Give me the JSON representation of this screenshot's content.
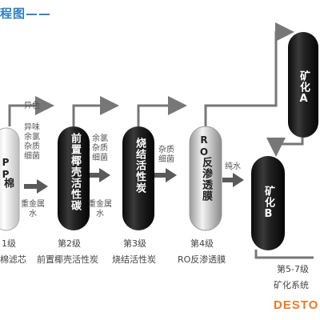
{
  "title": "程图——",
  "brand": "DESTO",
  "colors": {
    "accent": "#2e7fc1",
    "brand": "#ee7a22",
    "pipe": "#777777",
    "tube_dark": "#1c1c1c",
    "tube_light": "#e8e8e8"
  },
  "stage1": {
    "tube_text_top": "PP",
    "tube_text_bottom": "棉",
    "level": "1级",
    "name": "棉滤芯"
  },
  "stage2": {
    "tube_text": "前置椰壳活性碳",
    "level": "第2级",
    "name": "前置椰壳活性炭"
  },
  "stage3": {
    "tube_text": "烧结活性炭",
    "level": "第3级",
    "name": "烧结活性炭"
  },
  "stage4": {
    "tube_text_top": "RO",
    "tube_text_bottom": "反渗透膜",
    "level": "第4级",
    "name": "RO反渗透膜"
  },
  "stage5": {
    "tube_a_text": "矿化A",
    "tube_b_text": "矿化B",
    "level": "第5-7级",
    "name": "矿化系统"
  },
  "removed": {
    "after_stage1": [
      "异色",
      "异味",
      "余氯",
      "杂质",
      "细菌"
    ],
    "after_stage2": [
      "余氯",
      "杂质",
      "细菌"
    ],
    "after_stage3": [
      "杂质",
      "细菌"
    ],
    "after_stage4": [
      "纯水"
    ]
  },
  "waste": {
    "after_stage1": [
      "重金属",
      "水"
    ],
    "after_stage2": [
      "重金属",
      "水"
    ]
  }
}
